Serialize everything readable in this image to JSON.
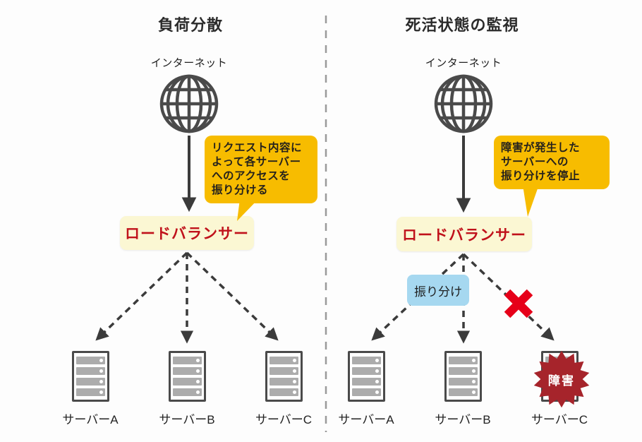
{
  "diagram": {
    "left": {
      "title": "負荷分散",
      "internet_label": "インターネット",
      "load_balancer": "ロードバランサー",
      "callout": [
        "リクエスト内容に",
        "よって各サーバー",
        "へのアクセスを",
        "振り分ける"
      ],
      "servers": [
        "サーバーA",
        "サーバーB",
        "サーバーC"
      ]
    },
    "right": {
      "title": "死活状態の監視",
      "internet_label": "インターネット",
      "load_balancer": "ロードバランサー",
      "callout": [
        "障害が発生した",
        "サーバーへの",
        "振り分けを停止"
      ],
      "distribution_label": "振り分け",
      "failure_label": "障害",
      "servers": [
        "サーバーA",
        "サーバーB",
        "サーバーC"
      ]
    },
    "icons": {
      "globe": "globe-icon",
      "server": "server-icon",
      "cross": "cross-icon",
      "failure": "starburst-icon"
    },
    "colors": {
      "callout_bg": "#F7BC00",
      "load_balancer_bg": "#FBF7D3",
      "load_balancer_text": "#C0121B",
      "distribution_bg": "#A6D8F0",
      "cross_red": "#E60019",
      "failure_red": "#A6242B",
      "line_gray": "#3B3B3B"
    }
  }
}
